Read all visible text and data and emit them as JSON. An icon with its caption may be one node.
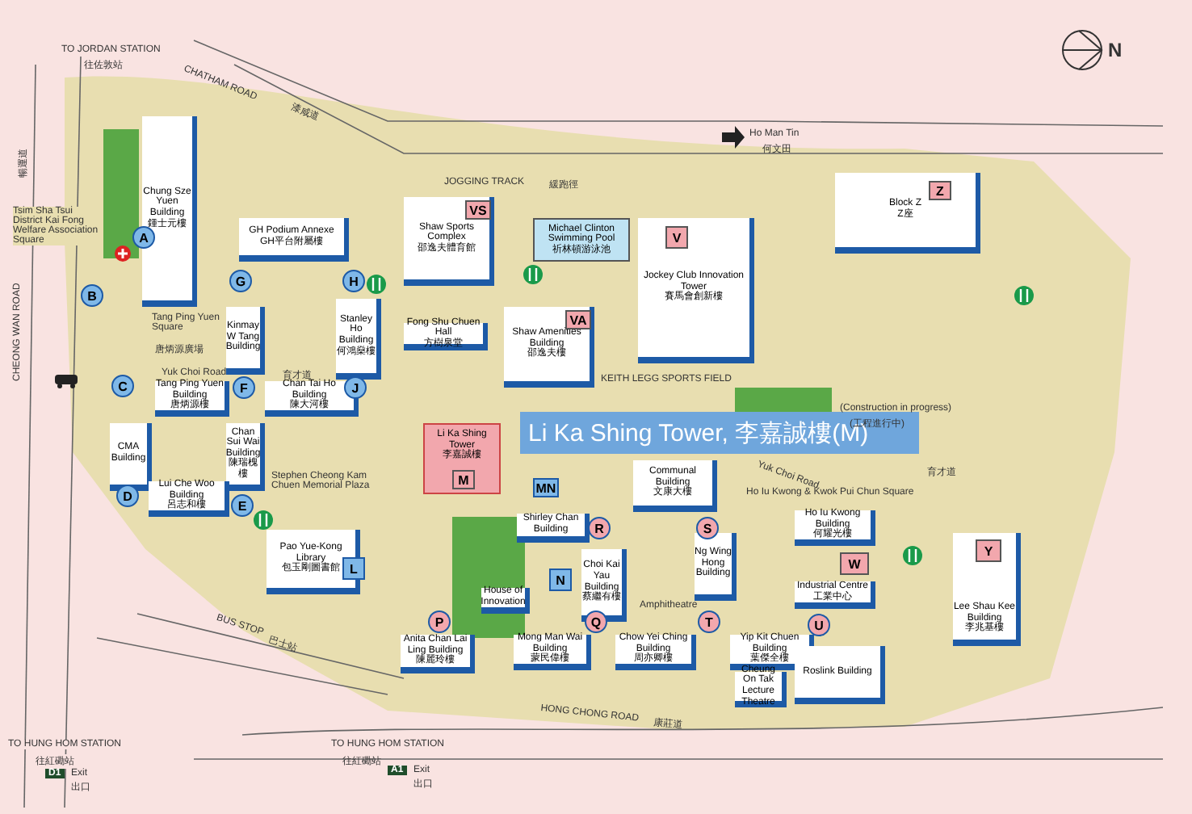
{
  "diagram": {
    "nodes": [
      {
        "text": [
          "Chung Sze Yuen Building",
          "鍾士元樓"
        ]
      },
      {
        "text": [
          "GH Podium Annexe",
          "GH平台附屬樓"
        ]
      },
      {
        "text": [
          "Stanley Ho Building",
          "何鴻燊樓"
        ]
      },
      {
        "text": [
          "Kinmay W Tang Building"
        ]
      },
      {
        "text": [
          "Tang Ping Yuen Building",
          "唐炳源樓"
        ]
      },
      {
        "text": [
          "Chan Tai Ho Building",
          "陳大河樓"
        ]
      },
      {
        "text": [
          "CMA Building"
        ]
      },
      {
        "text": [
          "Chan Sui Wai Building",
          "陳瑞槐樓"
        ]
      },
      {
        "text": [
          "Lui Che Woo Building",
          "呂志和樓"
        ]
      },
      {
        "text": [
          "Pao Yue-Kong Library",
          "包玉剛圖書館"
        ]
      },
      {
        "text": [
          "Shaw Sports Complex",
          "邵逸夫體育館"
        ]
      },
      {
        "text": [
          "Michael Clinton Swimming Pool",
          "祈林頓游泳池"
        ]
      },
      {
        "text": [
          "Fong Shu Chuen Hall",
          "方樹泉堂"
        ]
      },
      {
        "text": [
          "Shaw Amenities Building",
          "邵逸夫樓"
        ]
      },
      {
        "text": [
          "Jockey Club Innovation Tower",
          "賽馬會創新樓"
        ]
      },
      {
        "text": [
          "Block Z",
          "Z座"
        ]
      },
      {
        "text": [
          "Li Ka Shing Tower",
          "李嘉誠樓"
        ]
      },
      {
        "text": [
          "Communal Building",
          "文康大樓"
        ]
      },
      {
        "text": [
          "Shirley Chan Building"
        ]
      },
      {
        "text": [
          "Choi Kai Yau Building",
          "蔡繼有樓"
        ]
      },
      {
        "text": [
          "House of Innovation"
        ]
      },
      {
        "text": [
          "Anita Chan Lai Ling Building",
          "陳麗玲樓"
        ]
      },
      {
        "text": [
          "Mong Man Wai Building",
          "蒙民偉樓"
        ]
      },
      {
        "text": [
          "Chow Yei Ching Building",
          "周亦卿樓"
        ]
      },
      {
        "text": [
          "Ng Wing Hong Building"
        ]
      },
      {
        "text": [
          "Yip Kit Chuen Building",
          "葉傑全樓"
        ]
      },
      {
        "text": [
          "Cheung On Tak Lecture Theatre"
        ]
      },
      {
        "text": [
          "Ho Iu Kwong Building",
          "何耀光樓"
        ]
      },
      {
        "text": [
          "Industrial Centre",
          "工業中心"
        ]
      },
      {
        "text": [
          "Roslink Building"
        ]
      },
      {
        "text": [
          "Lee Shau Kee Building",
          "李兆基樓"
        ]
      },
      {
        "text": [
          "A"
        ]
      },
      {
        "text": [
          "B"
        ]
      },
      {
        "text": [
          "C"
        ]
      },
      {
        "text": [
          "D"
        ]
      },
      {
        "text": [
          "E"
        ]
      },
      {
        "text": [
          "F"
        ]
      },
      {
        "text": [
          "G"
        ]
      },
      {
        "text": [
          "H"
        ]
      },
      {
        "text": [
          "J"
        ]
      },
      {
        "text": [
          "L"
        ]
      },
      {
        "text": [
          "M"
        ],
        "in": 16
      },
      {
        "text": [
          "MN"
        ]
      },
      {
        "text": [
          "N"
        ]
      },
      {
        "text": [
          "P"
        ]
      },
      {
        "text": [
          "Q"
        ]
      },
      {
        "text": [
          "R"
        ]
      },
      {
        "text": [
          "S"
        ]
      },
      {
        "text": [
          "T"
        ]
      },
      {
        "text": [
          "U"
        ]
      },
      {
        "text": [
          "V"
        ],
        "in": 14
      },
      {
        "text": [
          "VA"
        ],
        "in": 13
      },
      {
        "text": [
          "VS"
        ],
        "in": 10
      },
      {
        "text": [
          "W"
        ]
      },
      {
        "text": [
          "Y"
        ],
        "in": 30
      },
      {
        "text": [
          "Z"
        ],
        "in": 15
      },
      {
        "text": [
          "Li Ka Shing Tower, 李嘉誠樓(M)"
        ]
      }
    ],
    "labels": [
      "TO JORDAN STATION",
      "往佐敦站",
      "CHATHAM ROAD",
      "漆咸道",
      "CHEONG WAN ROAD",
      "暢運道",
      "Ho Man Tin",
      "何文田",
      "JOGGING TRACK",
      "緩跑徑",
      "N",
      "Tsim Sha Tsui District Kai Fong Welfare Association Square",
      "Tang Ping Yuen Square",
      "唐炳源廣場",
      "Yuk Choi Road",
      "育才道",
      "Stephen Cheong Kam Chuen Memorial Plaza",
      "KEITH LEGG SPORTS FIELD",
      "Amphitheatre",
      "Ho Iu Kwong & Kwok Pui Chun Square",
      "Yuk Choi Road",
      "育才道",
      "(Construction in progress)",
      "(工程進行中)",
      "BUS STOP",
      "巴士站",
      "HONG CHONG ROAD",
      "康莊道",
      "TO HUNG HOM STATION",
      "往紅磡站",
      "D1",
      "Exit",
      "出口",
      "TO HUNG HOM STATION",
      "往紅磡站",
      "A1",
      "Exit",
      "出口"
    ]
  }
}
